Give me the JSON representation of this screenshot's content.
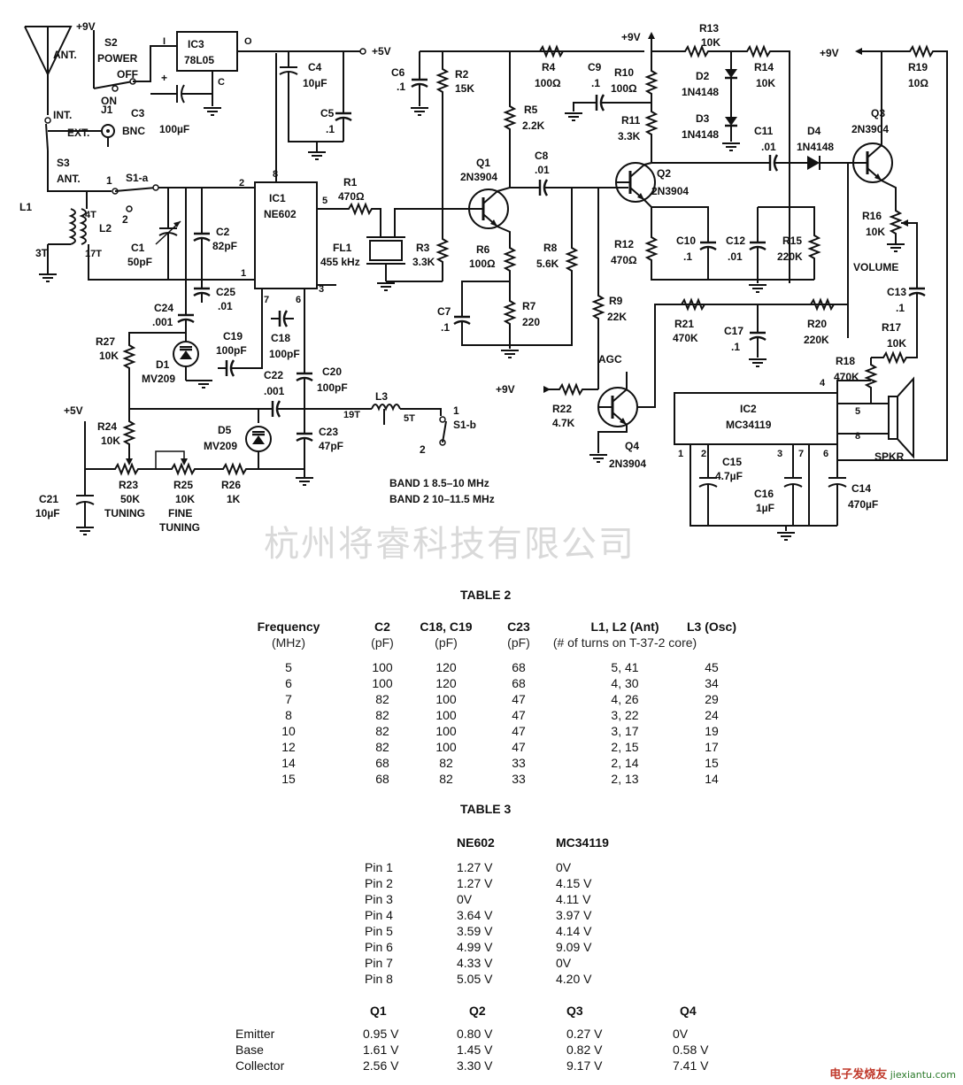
{
  "schematic": {
    "supply": {
      "v9": "+9V",
      "v5": "+5V"
    },
    "antenna": {
      "ant": "ANT.",
      "int": "INT.",
      "ext": "EXT.",
      "s3": "S3",
      "s3b": "ANT.",
      "j1": "J1",
      "bnc": "BNC"
    },
    "switches": {
      "s2": "S2",
      "power": "POWER",
      "off": "OFF",
      "on": "ON",
      "s1a": "S1-a",
      "s1b": "S1-b",
      "one": "1",
      "two": "2"
    },
    "ic3": {
      "name": "IC3",
      "part": "78L05",
      "pin_i": "I",
      "pin_o": "O",
      "pin_c": "C"
    },
    "ic1": {
      "name": "IC1",
      "part": "NE602",
      "p1": "1",
      "p2": "2",
      "p3": "3",
      "p5": "5",
      "p6": "6",
      "p7": "7",
      "p8": "8"
    },
    "ic2": {
      "name": "IC2",
      "part": "MC34119",
      "p1": "1",
      "p2": "2",
      "p3": "3",
      "p4": "4",
      "p5": "5",
      "p6": "6",
      "p7": "7",
      "p8": "8"
    },
    "l1": {
      "name": "L1",
      "t4": "4T",
      "t3": "3T",
      "t17": "17T",
      "l2": "L2"
    },
    "l3": {
      "name": "L3",
      "t19": "19T",
      "t5": "5T"
    },
    "fl1": {
      "name": "FL1",
      "val": "455 kHz"
    },
    "c1": {
      "name": "C1",
      "val": "50pF"
    },
    "c2": {
      "name": "C2",
      "val": "82pF"
    },
    "c3": {
      "name": "C3",
      "val": "100µF"
    },
    "c4": {
      "name": "C4",
      "val": "10µF"
    },
    "c5": {
      "name": "C5",
      "val": ".1"
    },
    "c6": {
      "name": "C6",
      "val": ".1"
    },
    "c7": {
      "name": "C7",
      "val": ".1"
    },
    "c8": {
      "name": "C8",
      "val": ".01"
    },
    "c9": {
      "name": "C9",
      "val": ".1"
    },
    "c10": {
      "name": "C10",
      "val": ".1"
    },
    "c11": {
      "name": "C11",
      "val": ".01"
    },
    "c12": {
      "name": "C12",
      "val": ".01"
    },
    "c13": {
      "name": "C13",
      "val": ".1"
    },
    "c14": {
      "name": "C14",
      "val": "470µF"
    },
    "c15": {
      "name": "C15",
      "val": "4.7µF"
    },
    "c16": {
      "name": "C16",
      "val": "1µF"
    },
    "c17": {
      "name": "C17",
      "val": ".1"
    },
    "c18": {
      "name": "C18",
      "val": "100pF"
    },
    "c19": {
      "name": "C19",
      "val": "100pF"
    },
    "c20": {
      "name": "C20",
      "val": "100pF"
    },
    "c21": {
      "name": "C21",
      "val": "10µF"
    },
    "c22": {
      "name": "C22",
      "val": ".001"
    },
    "c23": {
      "name": "C23",
      "val": "47pF"
    },
    "c24": {
      "name": "C24",
      "val": ".001"
    },
    "c25": {
      "name": "C25",
      "val": ".01"
    },
    "r1": {
      "name": "R1",
      "val": "470Ω"
    },
    "r2": {
      "name": "R2",
      "val": "15K"
    },
    "r3": {
      "name": "R3",
      "val": "3.3K"
    },
    "r4": {
      "name": "R4",
      "val": "100Ω"
    },
    "r5": {
      "name": "R5",
      "val": "2.2K"
    },
    "r6": {
      "name": "R6",
      "val": "100Ω"
    },
    "r7": {
      "name": "R7",
      "val": "220"
    },
    "r8": {
      "name": "R8",
      "val": "5.6K"
    },
    "r9": {
      "name": "R9",
      "val": "22K"
    },
    "r10": {
      "name": "R10",
      "val": "100Ω"
    },
    "r11": {
      "name": "R11",
      "val": "3.3K"
    },
    "r12": {
      "name": "R12",
      "val": "470Ω"
    },
    "r13": {
      "name": "R13",
      "val": "10K"
    },
    "r14": {
      "name": "R14",
      "val": "10K"
    },
    "r15": {
      "name": "R15",
      "val": "220K"
    },
    "r16": {
      "name": "R16",
      "val": "10K",
      "label": "VOLUME"
    },
    "r17": {
      "name": "R17",
      "val": "10K"
    },
    "r18": {
      "name": "R18",
      "val": "470K"
    },
    "r19": {
      "name": "R19",
      "val": "10Ω"
    },
    "r20": {
      "name": "R20",
      "val": "220K"
    },
    "r21": {
      "name": "R21",
      "val": "470K"
    },
    "r22": {
      "name": "R22",
      "val": "4.7K"
    },
    "r23": {
      "name": "R23",
      "val": "50K",
      "label": "TUNING"
    },
    "r24": {
      "name": "R24",
      "val": "10K"
    },
    "r25": {
      "name": "R25",
      "val": "10K",
      "label1": "FINE",
      "label2": "TUNING"
    },
    "r26": {
      "name": "R26",
      "val": "1K"
    },
    "r27": {
      "name": "R27",
      "val": "10K"
    },
    "q1": {
      "name": "Q1",
      "part": "2N3904"
    },
    "q2": {
      "name": "Q2",
      "part": "2N3904"
    },
    "q3": {
      "name": "Q3",
      "part": "2N3904"
    },
    "q4": {
      "name": "Q4",
      "part": "2N3904"
    },
    "d1": {
      "name": "D1",
      "part": "MV209"
    },
    "d2": {
      "name": "D2",
      "part": "1N4148"
    },
    "d3": {
      "name": "D3",
      "part": "1N4148"
    },
    "d4": {
      "name": "D4",
      "part": "1N4148"
    },
    "d5": {
      "name": "D5",
      "part": "MV209"
    },
    "agc": "AGC",
    "spkr": "SPKR",
    "band1": "BAND 1 8.5–10 MHz",
    "band2": "BAND 2 10–11.5 MHz"
  },
  "watermark": "杭州将睿科技有限公司",
  "logo": {
    "main": "电子发烧友",
    "sub": "jiexiantu",
    "dot": ".com"
  },
  "table2": {
    "title": "TABLE 2",
    "headers": [
      {
        "h": "Frequency",
        "s": "(MHz)"
      },
      {
        "h": "C2",
        "s": "(pF)"
      },
      {
        "h": "C18, C19",
        "s": "(pF)"
      },
      {
        "h": "C23",
        "s": "(pF)"
      },
      {
        "h": "L1, L2 (Ant)",
        "s": "(# of turns on T-37-2 core)"
      },
      {
        "h": "L3 (Osc)",
        "s": ""
      }
    ],
    "rows": [
      [
        "5",
        "100",
        "120",
        "68",
        "5, 41",
        "45"
      ],
      [
        "6",
        "100",
        "120",
        "68",
        "4, 30",
        "34"
      ],
      [
        "7",
        "82",
        "100",
        "47",
        "4, 26",
        "29"
      ],
      [
        "8",
        "82",
        "100",
        "47",
        "3, 22",
        "24"
      ],
      [
        "10",
        "82",
        "100",
        "47",
        "3, 17",
        "19"
      ],
      [
        "12",
        "82",
        "100",
        "47",
        "2, 15",
        "17"
      ],
      [
        "14",
        "68",
        "82",
        "33",
        "2, 14",
        "15"
      ],
      [
        "15",
        "68",
        "82",
        "33",
        "2, 13",
        "14"
      ]
    ]
  },
  "table3": {
    "title": "TABLE 3",
    "ic_headers": [
      "NE602",
      "MC34119"
    ],
    "ic_rows": [
      [
        "Pin 1",
        "1.27 V",
        "0V"
      ],
      [
        "Pin 2",
        "1.27 V",
        "4.15 V"
      ],
      [
        "Pin 3",
        "0V",
        "4.11 V"
      ],
      [
        "Pin 4",
        "3.64 V",
        "3.97 V"
      ],
      [
        "Pin 5",
        "3.59 V",
        "4.14 V"
      ],
      [
        "Pin 6",
        "4.99 V",
        "9.09 V"
      ],
      [
        "Pin 7",
        "4.33 V",
        "0V"
      ],
      [
        "Pin 8",
        "5.05 V",
        "4.20 V"
      ]
    ],
    "q_headers": [
      "Q1",
      "Q2",
      "Q3",
      "Q4"
    ],
    "q_rows": [
      [
        "Emitter",
        "0.95 V",
        "0.80 V",
        "0.27 V",
        "0V"
      ],
      [
        "Base",
        "1.61 V",
        "1.45 V",
        "0.82 V",
        "0.58 V"
      ],
      [
        "Collector",
        "2.56 V",
        "3.30 V",
        "9.17 V",
        "7.41 V"
      ]
    ]
  }
}
